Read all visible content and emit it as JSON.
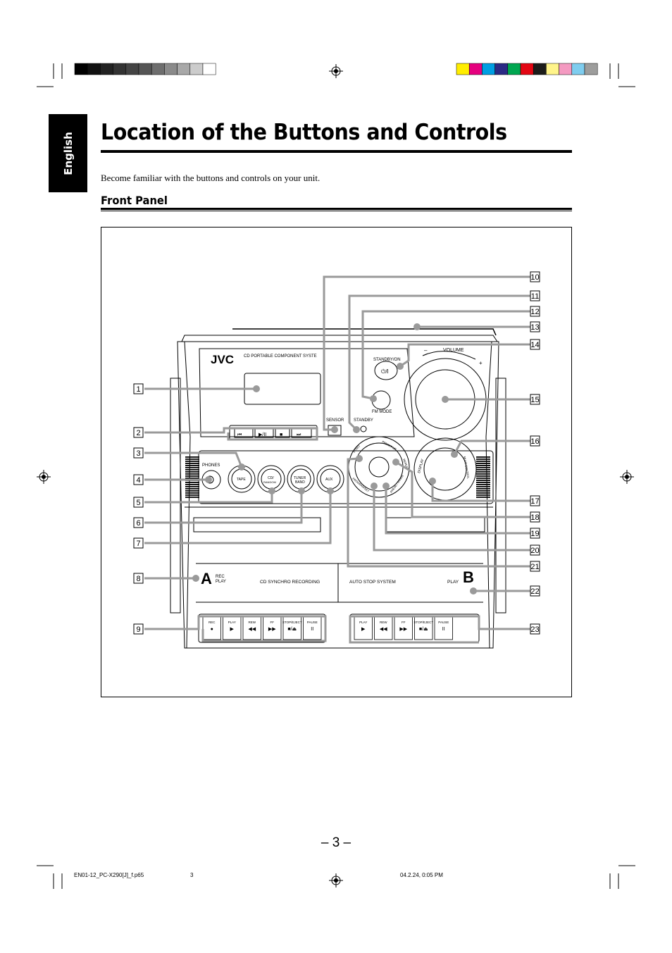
{
  "language_tab": "English",
  "title": "Location of the Buttons and Controls",
  "intro": "Become familiar with the buttons and controls on your unit.",
  "section_title": "Front Panel",
  "page_number": "– 3 –",
  "footer": {
    "file": "EN01-12_PC-X290[J]_f.p65",
    "page": "3",
    "date": "04.2.24, 0:05 PM"
  },
  "callouts_left": [
    "1",
    "2",
    "3",
    "4",
    "5",
    "6",
    "7",
    "8",
    "9"
  ],
  "callouts_right": [
    "10",
    "11",
    "12",
    "13",
    "14",
    "15",
    "16",
    "17",
    "18",
    "19",
    "20",
    "21",
    "22",
    "23"
  ],
  "unit": {
    "brand": "JVC",
    "model_text": "CD PORTABLE COMPONENT SYSTE",
    "volume_label": "VOLUME",
    "volume_minus": "–",
    "volume_plus": "+",
    "standby_on": "STANDBY/ON",
    "power_symbol": "⏻/I",
    "fm_mode": "FM MODE",
    "sensor": "SENSOR",
    "standby": "STANDBY",
    "phones": "PHONES",
    "source_buttons": [
      "TAPE",
      "CD/",
      "RANDOM",
      "TUNER",
      "BAND",
      "AUX"
    ],
    "cd_buttons": [
      "⏮",
      "▶/II",
      "■",
      "⏭"
    ],
    "ring_labels": [
      "INTRO",
      "PRESET UP",
      "REPEAT",
      "PRESET DOWN",
      "PROGRAM/SET"
    ],
    "display_label": "DISPLAY",
    "clock_label": "MULTI CONTROL",
    "deck_a_letter": "A",
    "deck_a_rec": "REC",
    "deck_a_play": "PLAY",
    "cd_synchro": "CD SYNCHRO RECORDING",
    "auto_stop": "AUTO STOP SYSTEM",
    "deck_b_play": "PLAY",
    "deck_b_letter": "B",
    "deck_a_keys": [
      {
        "label": "REC",
        "sym": "●"
      },
      {
        "label": "PLAY",
        "sym": "▶"
      },
      {
        "label": "REW",
        "sym": "◀◀"
      },
      {
        "label": "FF",
        "sym": "▶▶"
      },
      {
        "label": "STOP/EJECT",
        "sym": "■/⏏"
      },
      {
        "label": "PAUSE",
        "sym": "II"
      }
    ],
    "deck_b_keys": [
      {
        "label": "PLAY",
        "sym": "▶"
      },
      {
        "label": "REW",
        "sym": "◀◀"
      },
      {
        "label": "FF",
        "sym": "▶▶"
      },
      {
        "label": "STOP/EJECT",
        "sym": "■/⏏"
      },
      {
        "label": "PAUSE",
        "sym": "II"
      }
    ]
  },
  "colors": {
    "callout_line": "#9a9a9a",
    "ink": "#000000"
  },
  "color_bar_left": [
    "#000000",
    "#111111",
    "#222222",
    "#333333",
    "#444444",
    "#555555",
    "#6e6e6e",
    "#8a8a8a",
    "#a8a8a8",
    "#cccccc",
    "#ffffff"
  ],
  "color_bar_right": [
    "#ffed00",
    "#e5007e",
    "#009ee3",
    "#2b2a85",
    "#00a650",
    "#e30613",
    "#1d1d1b",
    "#fff48a",
    "#f49ac1",
    "#7fcdef",
    "#9d9d9c"
  ]
}
